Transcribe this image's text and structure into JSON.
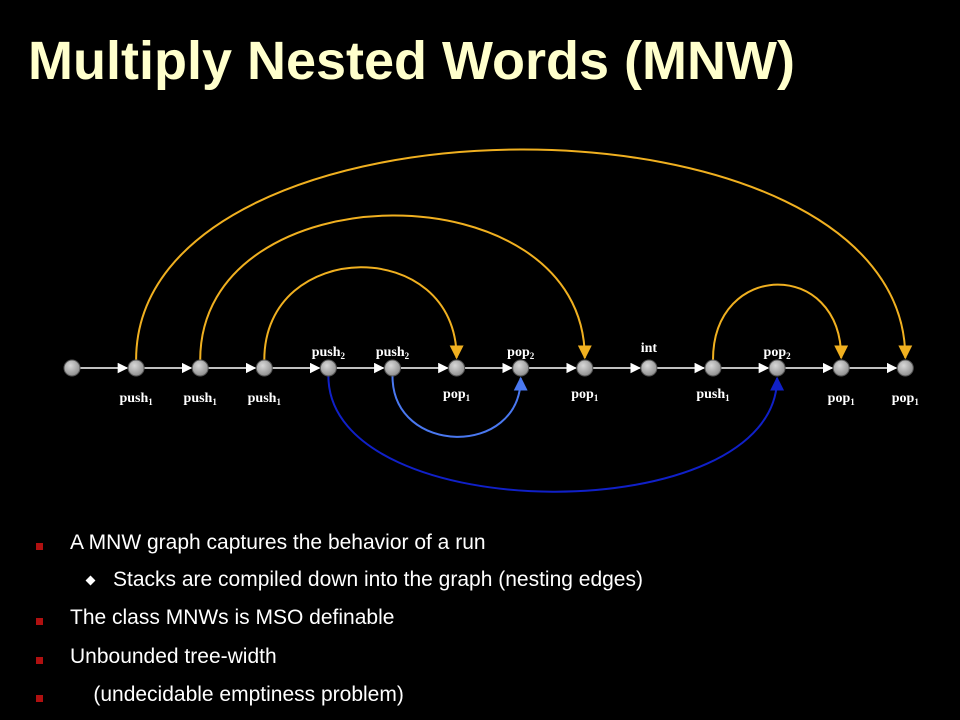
{
  "title": "Multiply Nested Words (MNW)",
  "colors": {
    "background": "#000000",
    "title": "#ffffcc",
    "node_fill": "#a0a0a0",
    "stack1_edge": "#f0b020",
    "stack2_edge_light": "#4a78f0",
    "stack2_edge_dark": "#1020c8",
    "bullet_square": "#b01010"
  },
  "diagram": {
    "nodes": [
      {
        "id": "n0",
        "label": "",
        "sub": "",
        "label_pos": "none"
      },
      {
        "id": "n1",
        "label": "push",
        "sub": "1",
        "label_pos": "below"
      },
      {
        "id": "n2",
        "label": "push",
        "sub": "1",
        "label_pos": "below"
      },
      {
        "id": "n3",
        "label": "push",
        "sub": "1",
        "label_pos": "below"
      },
      {
        "id": "n4",
        "label": "push",
        "sub": "2",
        "label_pos": "above"
      },
      {
        "id": "n5",
        "label": "push",
        "sub": "2",
        "label_pos": "above"
      },
      {
        "id": "n6",
        "label": "pop",
        "sub": "1",
        "label_pos": "below"
      },
      {
        "id": "n7",
        "label": "pop",
        "sub": "2",
        "label_pos": "above"
      },
      {
        "id": "n8",
        "label": "pop",
        "sub": "1",
        "label_pos": "below"
      },
      {
        "id": "n9",
        "label": "int",
        "sub": "",
        "label_pos": "above"
      },
      {
        "id": "n10",
        "label": "push",
        "sub": "1",
        "label_pos": "below"
      },
      {
        "id": "n11",
        "label": "pop",
        "sub": "2",
        "label_pos": "above"
      },
      {
        "id": "n12",
        "label": "pop",
        "sub": "1",
        "label_pos": "below"
      },
      {
        "id": "n13",
        "label": "pop",
        "sub": "1",
        "label_pos": "below"
      }
    ],
    "nesting_edges": [
      {
        "from": 1,
        "to": 13,
        "stack": 1,
        "side": "above"
      },
      {
        "from": 2,
        "to": 8,
        "stack": 1,
        "side": "above"
      },
      {
        "from": 3,
        "to": 6,
        "stack": 1,
        "side": "above"
      },
      {
        "from": 10,
        "to": 12,
        "stack": 1,
        "side": "above"
      },
      {
        "from": 5,
        "to": 7,
        "stack": 2,
        "side": "below"
      },
      {
        "from": 4,
        "to": 11,
        "stack": 2,
        "side": "below"
      }
    ]
  },
  "bullets": [
    {
      "level": 1,
      "text": "A MNW graph captures the behavior of a run"
    },
    {
      "level": 2,
      "text": "Stacks are compiled down into the graph (nesting edges)"
    },
    {
      "level": 1,
      "text": "The class MNWs is MSO definable"
    },
    {
      "level": 1,
      "text": "Unbounded tree-width"
    },
    {
      "level": 1,
      "text": "    (undecidable emptiness problem)"
    }
  ]
}
